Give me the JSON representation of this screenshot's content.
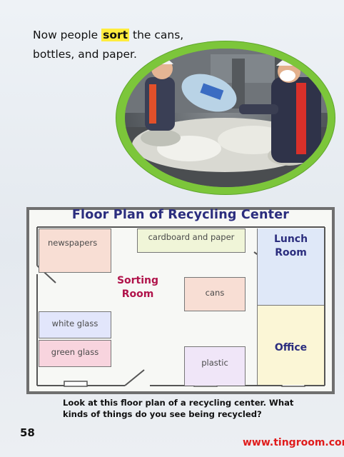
{
  "intro": {
    "before": "Now people ",
    "highlight": "sort",
    "after": " the cans,",
    "line2": "bottles, and paper."
  },
  "floor_plan": {
    "title": "Floor Plan of Recycling Center",
    "rooms": {
      "newspapers": "newspapers",
      "cardboard": "cardboard and paper",
      "lunch_line1": "Lunch",
      "lunch_line2": "Room",
      "sorting_line1": "Sorting",
      "sorting_line2": "Room",
      "cans": "cans",
      "white_glass": "white glass",
      "green_glass": "green glass",
      "office": "Office",
      "plastic": "plastic"
    }
  },
  "question": {
    "line1": "Look at this floor plan of a recycling center. What",
    "line2": "kinds of things do you see being recycled?"
  },
  "page_number": "58",
  "watermark": "www.tingroom.com",
  "colors": {
    "highlight": "#ffec3d",
    "photo_ring": "#7cc63a",
    "plan_title": "#2b2d7e",
    "sorting_room": "#b0134a",
    "watermark": "#e01c1c"
  }
}
